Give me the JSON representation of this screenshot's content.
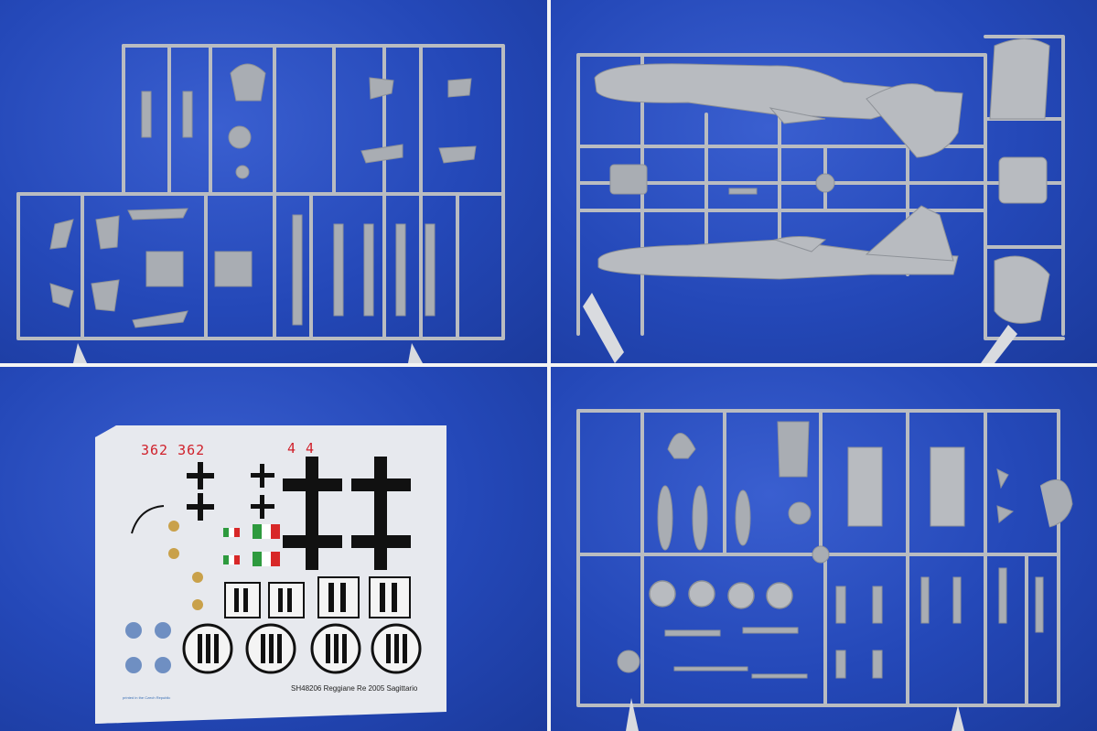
{
  "decal_sheet": {
    "code_left": "362 362",
    "code_right": "4 4",
    "caption": "SH48206 Reggiane Re 2005 Sagittario",
    "print_note": "printed in the Czech Republic"
  },
  "colors": {
    "background_blue": "#2448b8",
    "sprue_gray": "#b9bcc1",
    "decal_red": "#d0202a",
    "decal_black": "#111111",
    "flag_green": "#2e9a3e",
    "flag_red": "#d82828"
  }
}
